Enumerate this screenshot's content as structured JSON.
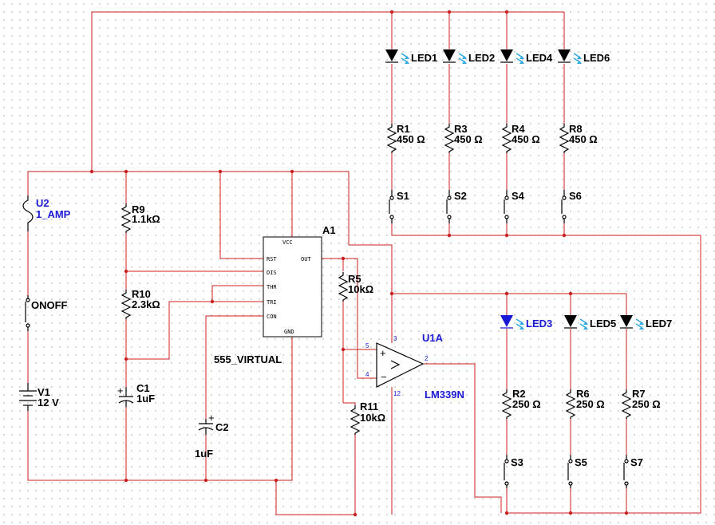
{
  "colors": {
    "wire": "#cc1f1f",
    "component": "#000000",
    "label_blue": "#1a1ad6",
    "led_ray": "#2fa8e0",
    "background": "#ffffff",
    "grid_dot": "#9a9a9a"
  },
  "leds_top": [
    {
      "name": "LED1"
    },
    {
      "name": "LED2"
    },
    {
      "name": "LED4"
    },
    {
      "name": "LED6"
    }
  ],
  "leds_bottom": [
    {
      "name": "LED3"
    },
    {
      "name": "LED5"
    },
    {
      "name": "LED7"
    }
  ],
  "resistors_top": [
    {
      "name": "R1",
      "value": "450 Ω"
    },
    {
      "name": "R3",
      "value": "450 Ω"
    },
    {
      "name": "R4",
      "value": "450 Ω"
    },
    {
      "name": "R8",
      "value": "450 Ω"
    }
  ],
  "resistors_bottom": [
    {
      "name": "R2",
      "value": "250 Ω"
    },
    {
      "name": "R6",
      "value": "250 Ω"
    },
    {
      "name": "R7",
      "value": "250 Ω"
    }
  ],
  "switches_top": [
    "S1",
    "S2",
    "S4",
    "S6"
  ],
  "switches_bottom": [
    "S3",
    "S5",
    "S7"
  ],
  "fuse": {
    "name": "U2",
    "value": "1_AMP"
  },
  "onoff": "ONOFF",
  "battery": {
    "name": "V1",
    "value": "12 V"
  },
  "r9": {
    "name": "R9",
    "value": "1.1kΩ"
  },
  "r10": {
    "name": "R10",
    "value": "2.3kΩ"
  },
  "c1": {
    "name": "C1",
    "value": "1uF"
  },
  "c2": {
    "name": "C2",
    "value": "1uF"
  },
  "r5": {
    "name": "R5",
    "value": "10kΩ"
  },
  "r11": {
    "name": "R11",
    "value": "10kΩ"
  },
  "timer": {
    "ref": "A1",
    "part": "555_VIRTUAL",
    "pins": {
      "vcc": "VCC",
      "rst": "RST",
      "out": "OUT",
      "dis": "DIS",
      "thr": "THR",
      "tri": "TRI",
      "con": "CON",
      "gnd": "GND"
    }
  },
  "comparator": {
    "ref": "U1A",
    "part": "LM339N",
    "pin_plus": "5",
    "pin_minus": "4",
    "pin_out": "2",
    "pin_vcc": "3",
    "pin_gnd": "12"
  }
}
